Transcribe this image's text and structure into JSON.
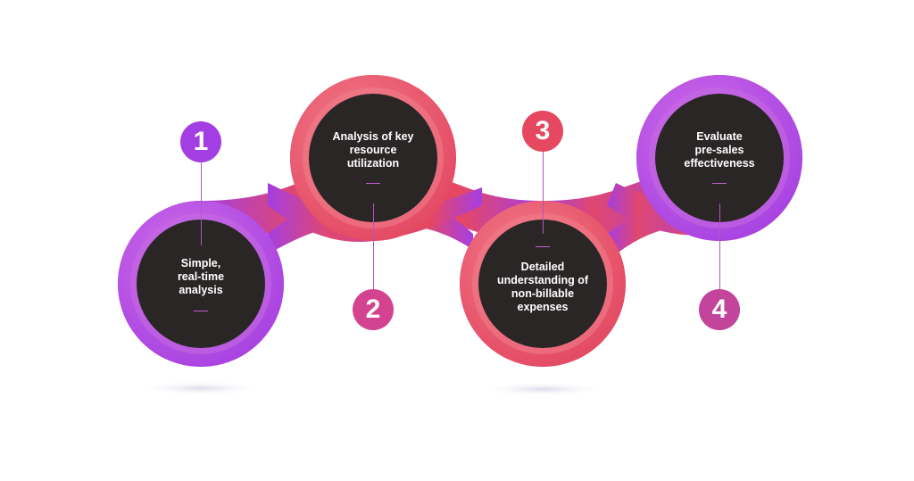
{
  "steps": [
    {
      "number": "1",
      "text": "Simple, real-time analysis",
      "lines": [
        "Simple,",
        "real-time",
        "analysis"
      ],
      "color": "#a33ee3"
    },
    {
      "number": "2",
      "text": "Analysis of key resource utilization",
      "lines": [
        "Analysis of key",
        "resource",
        "utilization"
      ],
      "color": "#d4438f"
    },
    {
      "number": "3",
      "text": "Detailed understanding of non-billable expenses",
      "lines": [
        "Detailed",
        "understanding of",
        "non-billable",
        "expenses"
      ],
      "color": "#e5485f"
    },
    {
      "number": "4",
      "text": "Evaluate pre-sales effectiveness",
      "lines": [
        "Evaluate",
        "pre-sales",
        "effectiveness"
      ],
      "color": "#c2449b"
    }
  ],
  "colors": {
    "purple": "#a33ee3",
    "magenta": "#c2449b",
    "coral": "#ee4a5e",
    "disc": "#2a2626",
    "number_badge_1": "#a33ee3",
    "number_badge_2": "#d4438f",
    "number_badge_3": "#e5485f",
    "number_badge_4": "#c2449b"
  }
}
